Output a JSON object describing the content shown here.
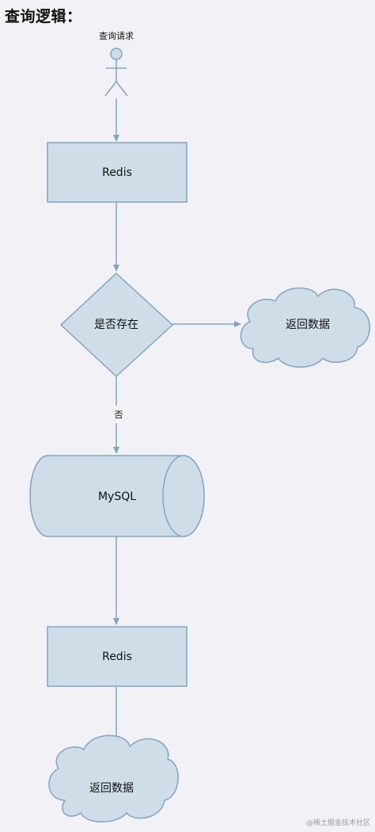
{
  "page_title": "查询逻辑：",
  "actor": {
    "label": "查询请求"
  },
  "nodes": {
    "redis_top": "Redis",
    "decision": "是否存在",
    "return_top": "返回数据",
    "mysql": "MySQL",
    "redis_bottom": "Redis",
    "return_bottom": "返回数据"
  },
  "edges": {
    "no_label": "否"
  },
  "watermark": "@稀土掘金技术社区",
  "colors": {
    "node_fill": "#cfdde8",
    "node_stroke": "#7ea6c4",
    "edge": "#7ea6c4",
    "background": "#f2f2f6"
  }
}
